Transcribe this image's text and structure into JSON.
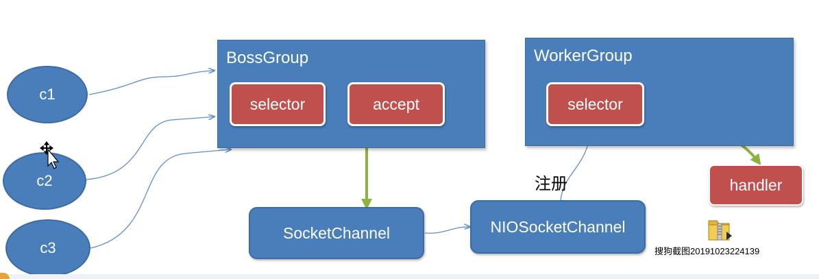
{
  "clients": [
    {
      "label": "c1"
    },
    {
      "label": "c2"
    },
    {
      "label": "c3"
    }
  ],
  "boss_group": {
    "title": "BossGroup",
    "selector_label": "selector",
    "accept_label": "accept"
  },
  "worker_group": {
    "title": "WorkerGroup",
    "selector_label": "selector"
  },
  "socket_channel_label": "SocketChannel",
  "nio_socket_channel_label": "NIOSocketChannel",
  "register_label": "注册",
  "handler_label": "handler",
  "desktop_file": {
    "label": "搜狗截图20191023224139",
    "icon": "folder-zip-icon"
  },
  "colors": {
    "box_blue": "#4a7ebb",
    "box_red": "#c0504d",
    "arrow_green": "#8db33f",
    "line_blue": "#5b8fd0"
  }
}
